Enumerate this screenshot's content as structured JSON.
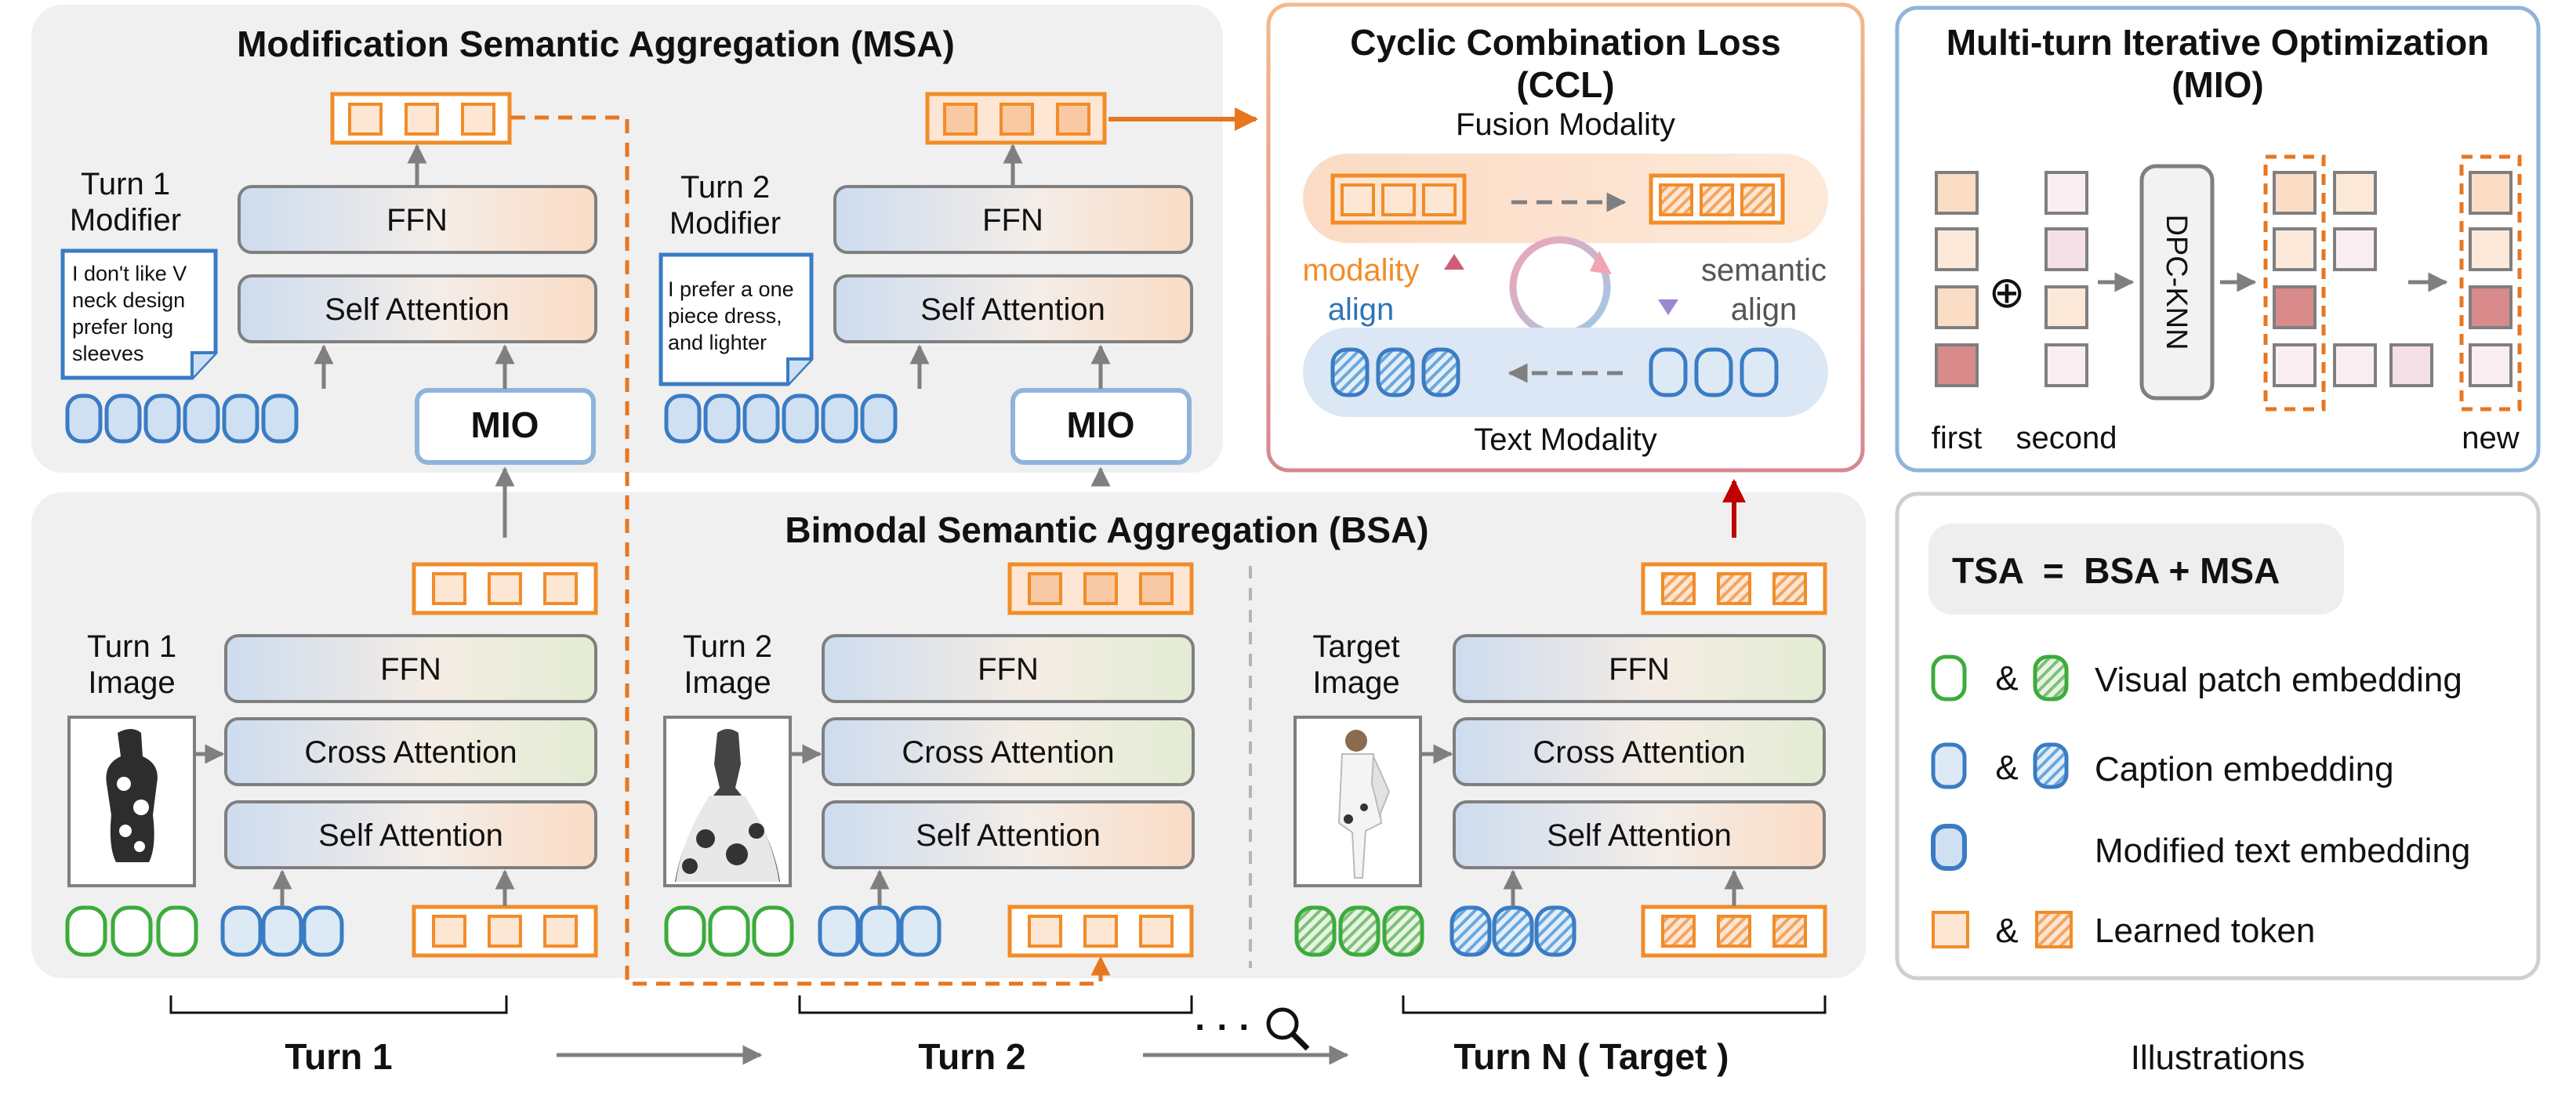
{
  "msa": {
    "title": "Modification Semantic Aggregation (MSA)",
    "turn1_modifier": [
      "Turn 1",
      "Modifier"
    ],
    "turn2_modifier": [
      "Turn 2",
      "Modifier"
    ],
    "modifier1_text": [
      "I don't like V",
      "neck design",
      "prefer long",
      "sleeves"
    ],
    "modifier2_text": [
      "I prefer a one",
      "piece dress,",
      "and lighter"
    ],
    "ffn_label": "FFN",
    "self_attention_label": "Self Attention",
    "mio_label": "MIO"
  },
  "bsa": {
    "title": "Bimodal Semantic Aggregation (BSA)",
    "turn1_image": [
      "Turn 1",
      "Image"
    ],
    "turn2_image": [
      "Turn 2",
      "Image"
    ],
    "target_image": [
      "Target",
      "Image"
    ],
    "ffn_label": "FFN",
    "cross_attention_label": "Cross Attention",
    "self_attention_label": "Self Attention"
  },
  "ccl": {
    "title_line1": "Cyclic Combination Loss",
    "title_line2": "(CCL)",
    "fusion_modality": "Fusion Modality",
    "text_modality": "Text Modality",
    "modality_word": "modality",
    "align_word": "align",
    "semantic_word": "semantic",
    "align_word2": "align"
  },
  "mio": {
    "title_line1": "Multi-turn Iterative Optimization",
    "title_line2": "(MIO)",
    "dpc_label": "DPC-KNN",
    "first_label": "first",
    "second_label": "second",
    "new_label": "new",
    "oplus": "⊕"
  },
  "legend": {
    "tsa_equation": "TSA  =  BSA + MSA",
    "amp": "&",
    "visual_patch": "Visual patch embedding",
    "caption": "Caption embedding",
    "modified_text": "Modified text embedding",
    "learned_token": "Learned token"
  },
  "bottom": {
    "turn1": "Turn 1",
    "turn2": "Turn 2",
    "turnN": "Turn N ( Target )",
    "ellipsis": "· · ·",
    "illustrations": "Illustrations"
  },
  "colors": {
    "orange": "#f28c28",
    "orange_fill": "#fbe3cf",
    "blue": "#3a7cc4",
    "blue_fill": "#cfe0f2",
    "green": "#3cab3c",
    "panel_gray": "#f0f0f0",
    "red_token": "#d98a8a",
    "pink_token": "#f6e4ea"
  }
}
